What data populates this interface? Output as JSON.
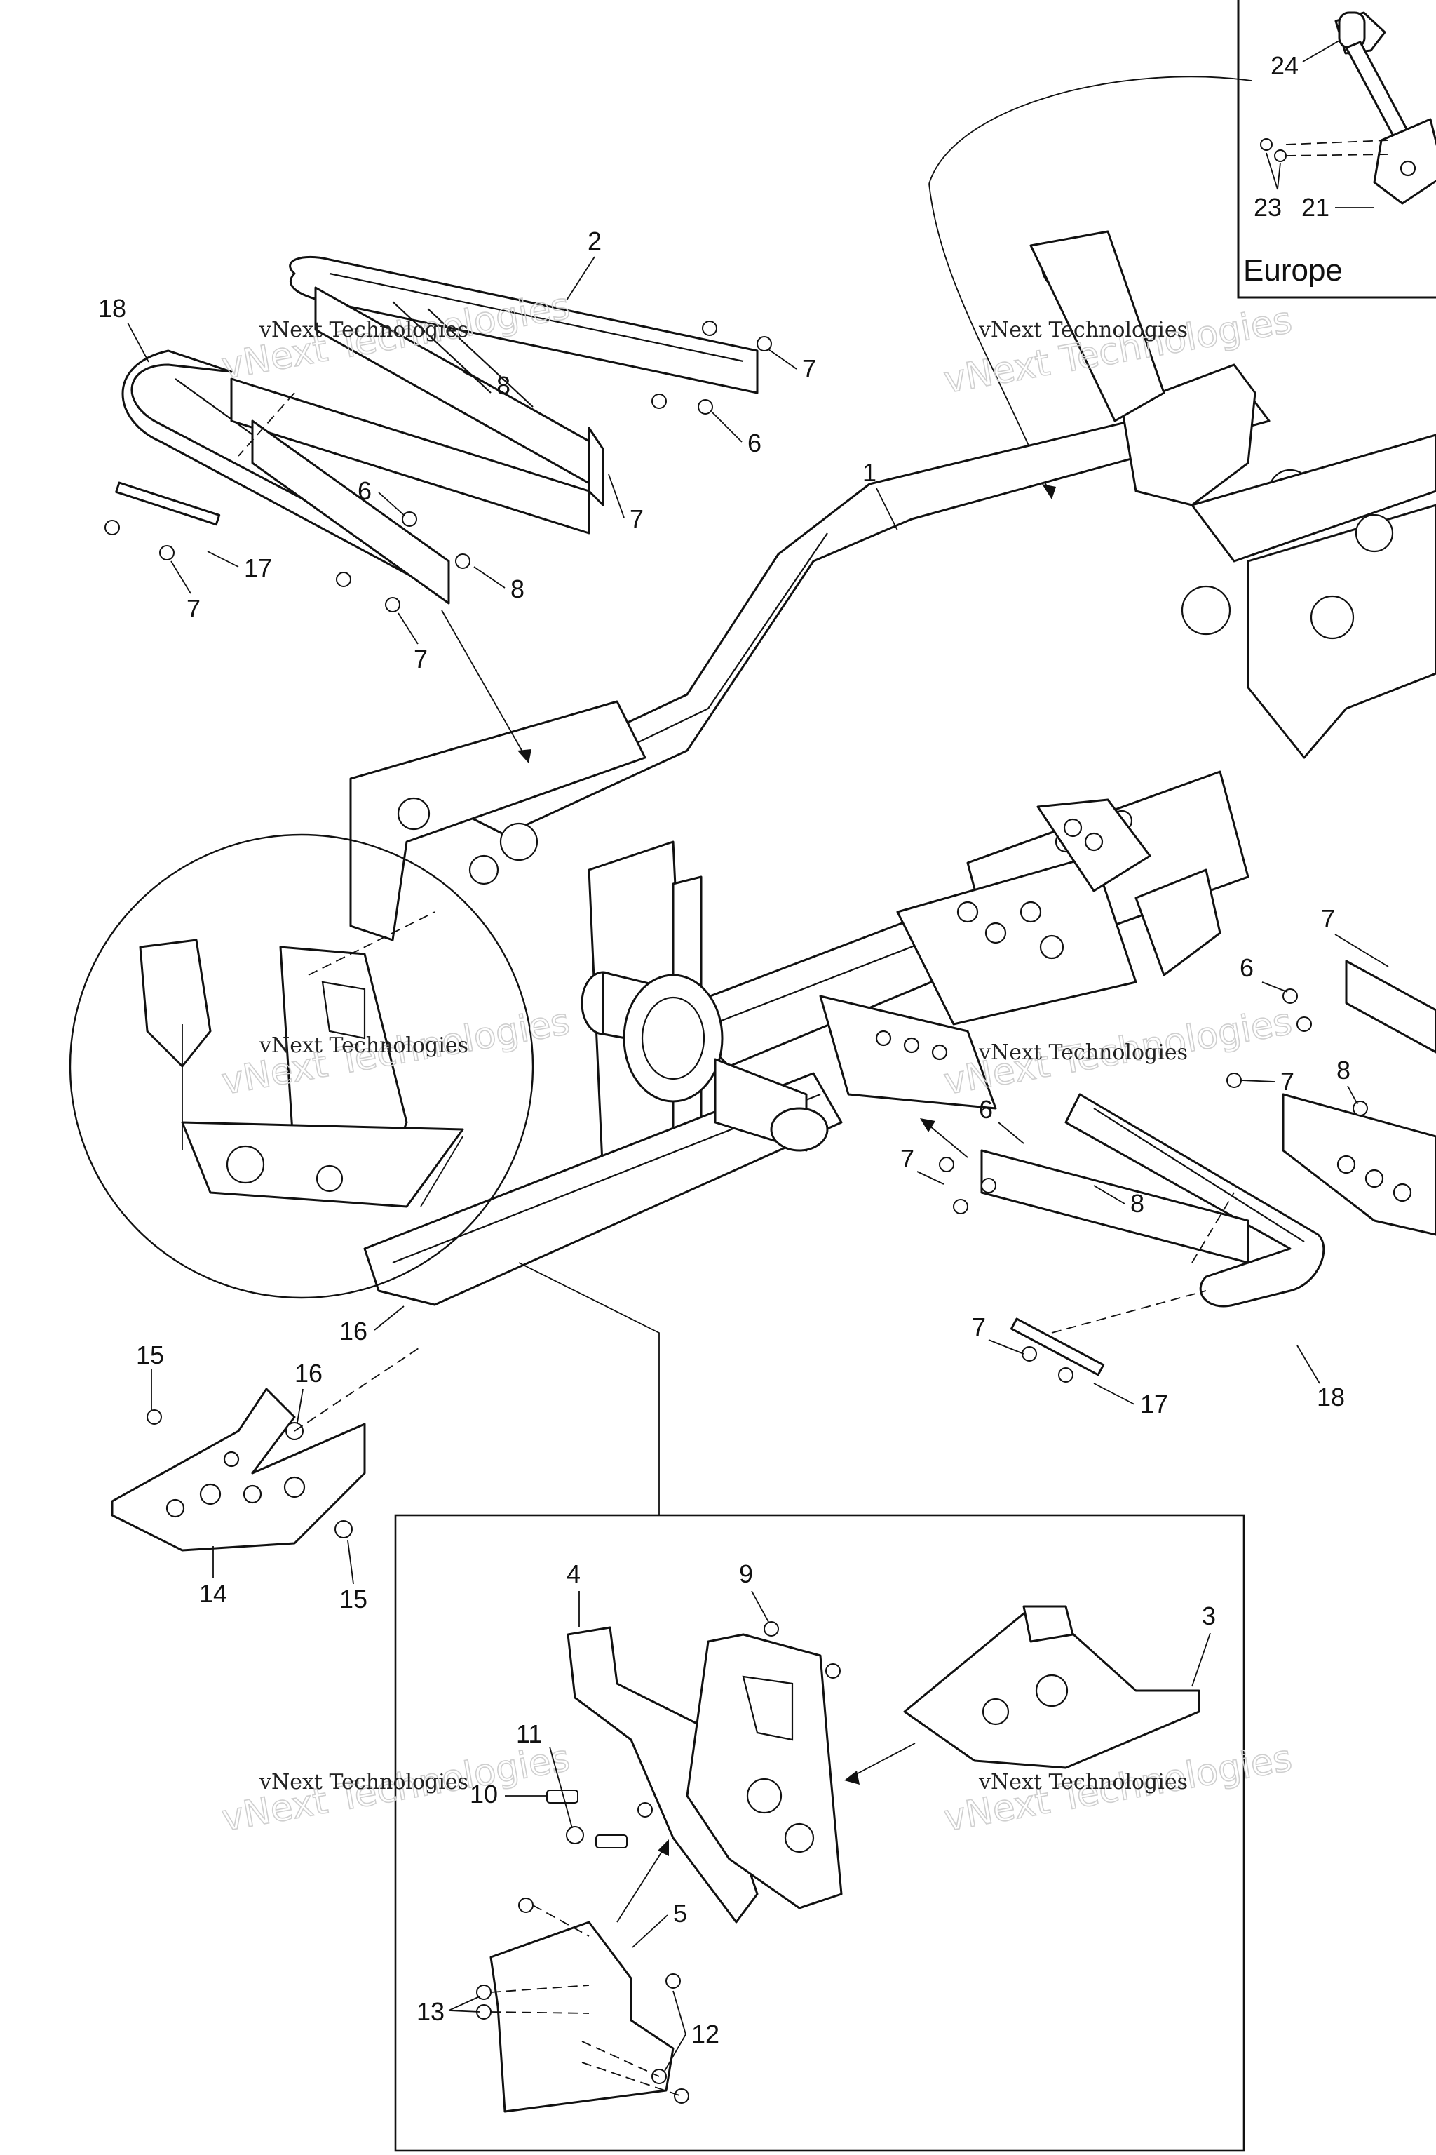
{
  "callouts": {
    "c1": "1",
    "c2": "2",
    "c3": "3",
    "c4": "4",
    "c5": "5",
    "c6": "6",
    "c7": "7",
    "c8": "8",
    "c9": "9",
    "c10": "10",
    "c11": "11",
    "c12": "12",
    "c13": "13",
    "c14": "14",
    "c15": "15",
    "c16": "16",
    "c17": "17",
    "c18": "18",
    "c21": "21",
    "c23": "23",
    "c24": "24"
  },
  "inset_label": "Europe",
  "watermark": {
    "small": "vNext Technologies",
    "large": "vNext Technologies"
  }
}
